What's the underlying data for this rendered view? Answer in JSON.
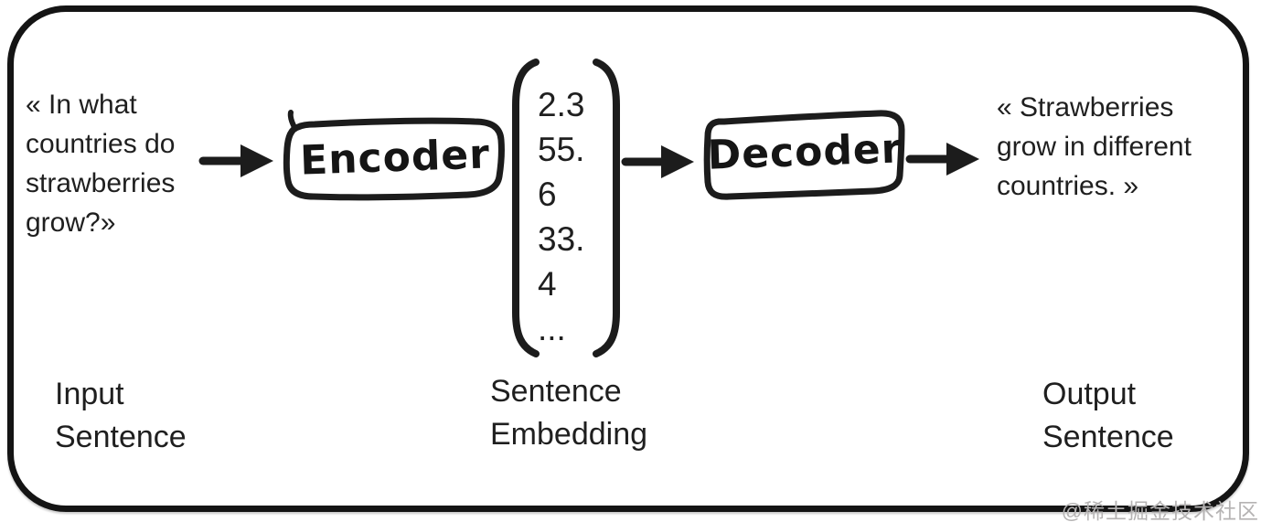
{
  "colors": {
    "ink": "#1c1c1c",
    "text": "#1f1f1f",
    "frame_border": "#141414",
    "watermark": "#b5b3b3",
    "background": "#ffffff"
  },
  "icons": {
    "arrow_right_icon": "→"
  },
  "input_sentence": {
    "lines": [
      "« In what",
      "countries do",
      "strawberries",
      "grow?»"
    ],
    "caption_lines": [
      "Input",
      "Sentence"
    ]
  },
  "encoder": {
    "label": "Encoder"
  },
  "embedding": {
    "values": [
      "2.3",
      "55.",
      "6",
      "33.",
      "4",
      "..."
    ],
    "caption_lines": [
      "Sentence",
      "Embedding"
    ]
  },
  "decoder": {
    "label": "Decoder"
  },
  "output_sentence": {
    "lines": [
      "« Strawberries",
      "grow in different",
      "countries. »"
    ],
    "caption_lines": [
      "Output",
      "Sentence"
    ]
  },
  "watermark": {
    "text": "@稀土掘金技术社区"
  }
}
